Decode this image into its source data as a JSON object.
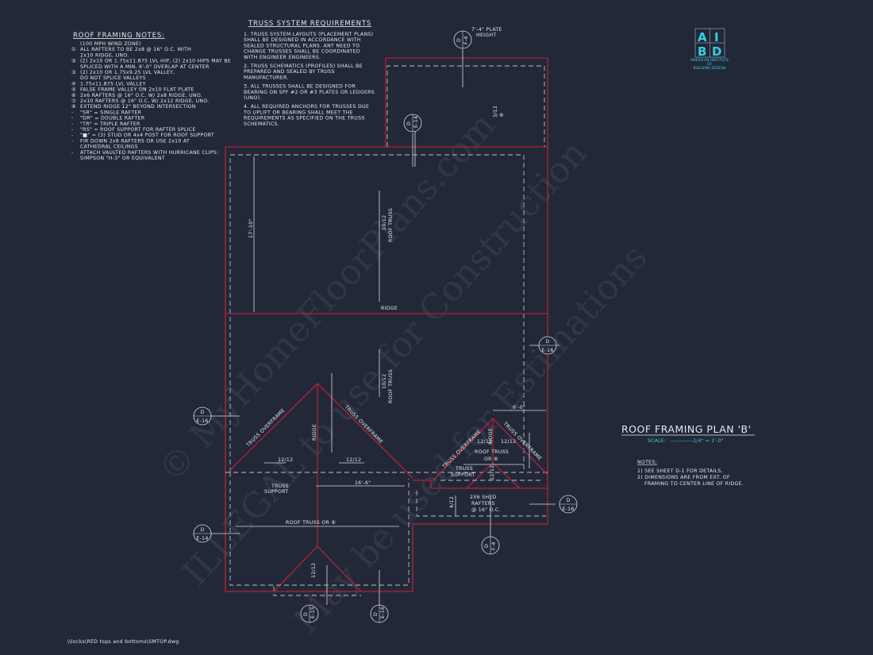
{
  "framing_notes": {
    "title": "ROOF FRAMING NOTES:",
    "lines": [
      "(100 MPH WIND ZONE)",
      "ALL RAFTERS TO BE 2x8 @ 16\" O.C. WITH",
      "2x10 RIDGE, UNO.",
      "(2) 2x10 OR 1.75x11.875 LVL HIP, (2) 2x10 HIPS MAY BE",
      "SPLICED WITH A MIN. 6'-0\" OVERLAP AT CENTER",
      "(2) 2x10 OR 1.75x9.25 LVL VALLEY,",
      "DO NOT SPLICE VALLEYS",
      "1.75x11.875 LVL VALLEY",
      "FALSE FRAME VALLEY ON 2x10 FLAT PLATE",
      "2x6 RAFTERS @ 16\" O.C. W/ 2x8 RIDGE, UNO.",
      "2x10 RAFTERS @ 16\" O.C. W/ 2x12 RIDGE, UNO.",
      "EXTEND RIDGE 12\" BEYOND INTERSECTION",
      "\"SR\" = SINGLE RAFTER",
      "\"DR\" = DOUBLE RAFTER",
      "\"TR\" = TRIPLE RAFTER",
      "\"RS\" = ROOF SUPPORT FOR RAFTER SPLICE",
      "\"■\" = (3) STUD OR 4x4 POST FOR ROOF SUPPORT",
      "FIR DOWN 2x8 RAFTERS OR USE 2x10 AT",
      "CATHEDRAL CEILINGS",
      "ATTACH VAULTED RAFTERS WITH HURRICANE CLIPS:",
      "SIMPSON \"H-3\" OR EQUIVALENT"
    ],
    "markers": [
      "",
      "①",
      "",
      "②",
      "",
      "③",
      "",
      "④",
      "⑤",
      "⑥",
      "⑦",
      "⑧",
      "-",
      "-",
      "-",
      "-",
      "-",
      "-",
      "",
      "-",
      ""
    ]
  },
  "truss_requirements": {
    "title": "TRUSS SYSTEM REQUIREMENTS",
    "lines": [
      "1. TRUSS SYSTEM LAYOUTS (PLACEMENT PLANS)",
      "SHALL BE DESIGNED IN ACCORDANCE WITH",
      "SEALED STRUCTURAL PLANS. ANT NEED TO",
      "CHANGE TRUSSES SHALL BE COORDINATED",
      "WITH ENGINEER ENGINEERS.",
      "2. TRUSS SCHEMATICS (PROFILES) SHALL BE",
      "PREPARED AND SEALED BY TRUSS",
      "MANUFACTURER.",
      "3. ALL TRUSSES SHALL BE DESIGNED FOR",
      "BEARING ON SPF #2 OR #3 PLATES OR LEDGERS",
      "(UNO).",
      "4. ALL REQUIRED ANCHORS FOR TRUSSES DUE",
      "TO UPLIFT OR BEARING SHALL MEET THE",
      "REQUIREMENTS AS SPECIFIED ON THE TRUSS",
      "SCHEMATICS."
    ]
  },
  "logo": {
    "letters": [
      "A",
      "I",
      "B",
      "D"
    ],
    "text": [
      "AMERICAN INSTITUTE",
      "OF",
      "BUILDING DESIGN"
    ],
    "color": "#2fd3e0"
  },
  "title_block": {
    "title": "ROOF FRAMING PLAN 'B'",
    "scale_label": "SCALE:",
    "scale_value": "------------1/4\" = 1'-0\"",
    "notes_title": "NOTES:",
    "notes": [
      "1) SEE SHEET D-1 FOR DETAILS.",
      "2) DIMENSIONS ARE FROM EXT. OF",
      "FRAMING TO CENTER LINE OF RIDGE."
    ]
  },
  "plan_labels": {
    "plate_height": [
      "7'-4\" PLATE",
      "HEIGHT"
    ],
    "ridge": "RIDGE",
    "pitch_upper": "3/12",
    "pitch_main": "10/12",
    "roof_truss": "ROOF TRUSS",
    "dim_17": "17'-10\"",
    "truss_overframe": "TRUSS OVERFRAME",
    "pitch_flat": "12/12",
    "truss_support": [
      "TRUSS",
      "SUPPORT"
    ],
    "dim_16": "16'-6\"",
    "roof_truss_or": "ROOF TRUSS OR ⑥",
    "dim_6": "6'-0\"",
    "roof_truss_or_2": [
      "ROOF TRUSS",
      "OR ⑥"
    ],
    "shed_rafters": [
      "2X6 SHED",
      "RAFTERS",
      "@ 16\" O.C."
    ],
    "pitch_shed": "4/12",
    "tag_6": "⑥"
  },
  "section_markers": [
    {
      "top": "D",
      "bottom": "F-4"
    },
    {
      "top": "D",
      "bottom": "E-14"
    },
    {
      "top": "D",
      "bottom": "E-16"
    },
    {
      "top": "D",
      "bottom": "E-16"
    },
    {
      "top": "D",
      "bottom": "E-14"
    },
    {
      "top": "D",
      "bottom": "E-16"
    },
    {
      "top": "D",
      "bottom": "F-4"
    },
    {
      "top": "D",
      "bottom": "E-15"
    },
    {
      "top": "D",
      "bottom": "E-16"
    }
  ],
  "watermark": [
    "© MyHomeFloorPlans.com",
    "ILLEGAL to use for Construction",
    "May be used for Estimations"
  ],
  "file_path": "\\\\locks\\RED tops and bottoms\\SMTOP.dwg",
  "colors": {
    "background": "#222838",
    "walls": "#b3233a",
    "lines": "#d7dae3",
    "accent": "#2fd3e0"
  }
}
